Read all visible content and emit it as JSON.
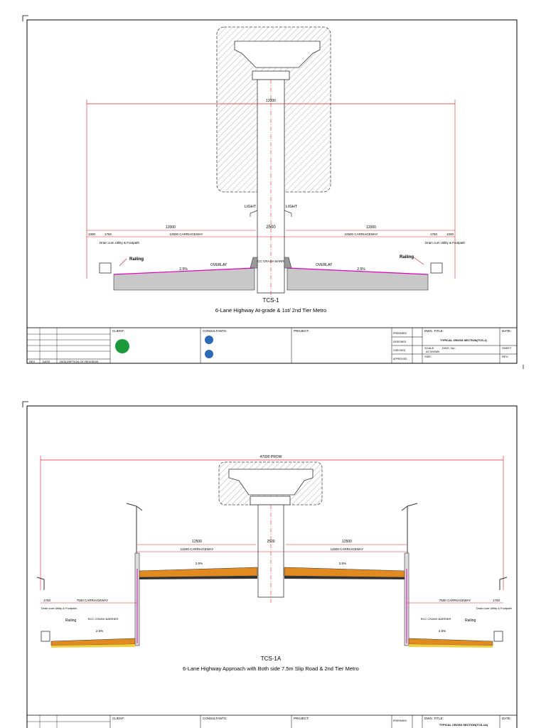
{
  "sheet1": {
    "total_width": "12000",
    "light_left": "LIGHT",
    "light_right": "LIGHT",
    "carriageway_width_left": "12000",
    "carriageway_width_right": "12000",
    "median_width": "2500",
    "edge_left": "1000",
    "drain_left": "1750",
    "carriageway_left": "10500 CARRIAGEWAY",
    "carriageway_right": "10500 CARRIAGEWAY",
    "drain_right": "1750",
    "edge_right": "1000",
    "drain_label_left": "Drain cum Utility & Footpath",
    "drain_label_right": "Drain cum Utility & Footpath",
    "railing_left": "Railing",
    "railing_right": "Railing",
    "slope_left": "2.5%",
    "slope_right": "2.5%",
    "overlay_left": "OVERLAY",
    "overlay_right": "OVERLAY",
    "barrier": "RCC CRASH BARRIER",
    "section_id": "TCS-1",
    "section_title": "6-Lane Highway At-grade & 1st/ 2nd Tier Metro"
  },
  "sheet2": {
    "prow": "47000 PROW",
    "width_left": "12500",
    "median_width": "2500",
    "width_right": "12500",
    "carriageway_upper_left": "11500 CARRIAGEWAY",
    "carriageway_upper_right": "11500 CARRIAGEWAY",
    "slope_upper_left": "2.5%",
    "slope_upper_right": "2.5%",
    "drain_left": "1750",
    "slip_left": "7500 CARRIAGEWAY",
    "slip_right": "7500 CARRIAGEWAY",
    "drain_right": "1750",
    "drain_label_left": "Drain cum Utility & Footpath",
    "drain_label_right": "Drain cum Utility & Footpath",
    "railing_left": "Railing",
    "railing_right": "Railing",
    "barrier_left": "RCC CRASH BARRIER",
    "barrier_right": "RCC CRASH BARRIER",
    "slope_lower_left": "2.5%",
    "slope_lower_right": "2.5%",
    "section_id": "TCS-1A",
    "section_title": "6-Lane Highway Approach with Both side 7.5m Slip Road & 2nd Tier Metro"
  },
  "title_block": {
    "client_header": "CLIENT:",
    "consultants_header": "CONSULTANTS:",
    "project_header": "PROJECT:",
    "prepared": "PREPARED",
    "designed": "DESIGNED",
    "checked": "CHECKED",
    "approved": "APPROVED",
    "dwg_title_header": "DWG. TITLE:",
    "dwg_title_1": "TYPICAL CROSS SECTION(TCS-1)",
    "dwg_title_2": "TYPICAL CROSS SECTION(TCS-1A)",
    "date_header": "DATE:",
    "scale": "SCALE:",
    "scale_value": "AS SHOWN",
    "dwg_no": "DWG. No.:",
    "sheet": "SHEET",
    "size": "SIZE:",
    "rev": "REV:",
    "rev_col": "REV",
    "date_col": "DATE",
    "description_col": "DESCRIPTION OF REVISION"
  },
  "colors": {
    "dimension": "#e0202a",
    "road_edge": "#e000c0",
    "pavement": "#c8c8c8",
    "overlay_orange": "#e08a20",
    "overlay_yellow": "#f0d040",
    "label_green": "#1a9a3a"
  }
}
